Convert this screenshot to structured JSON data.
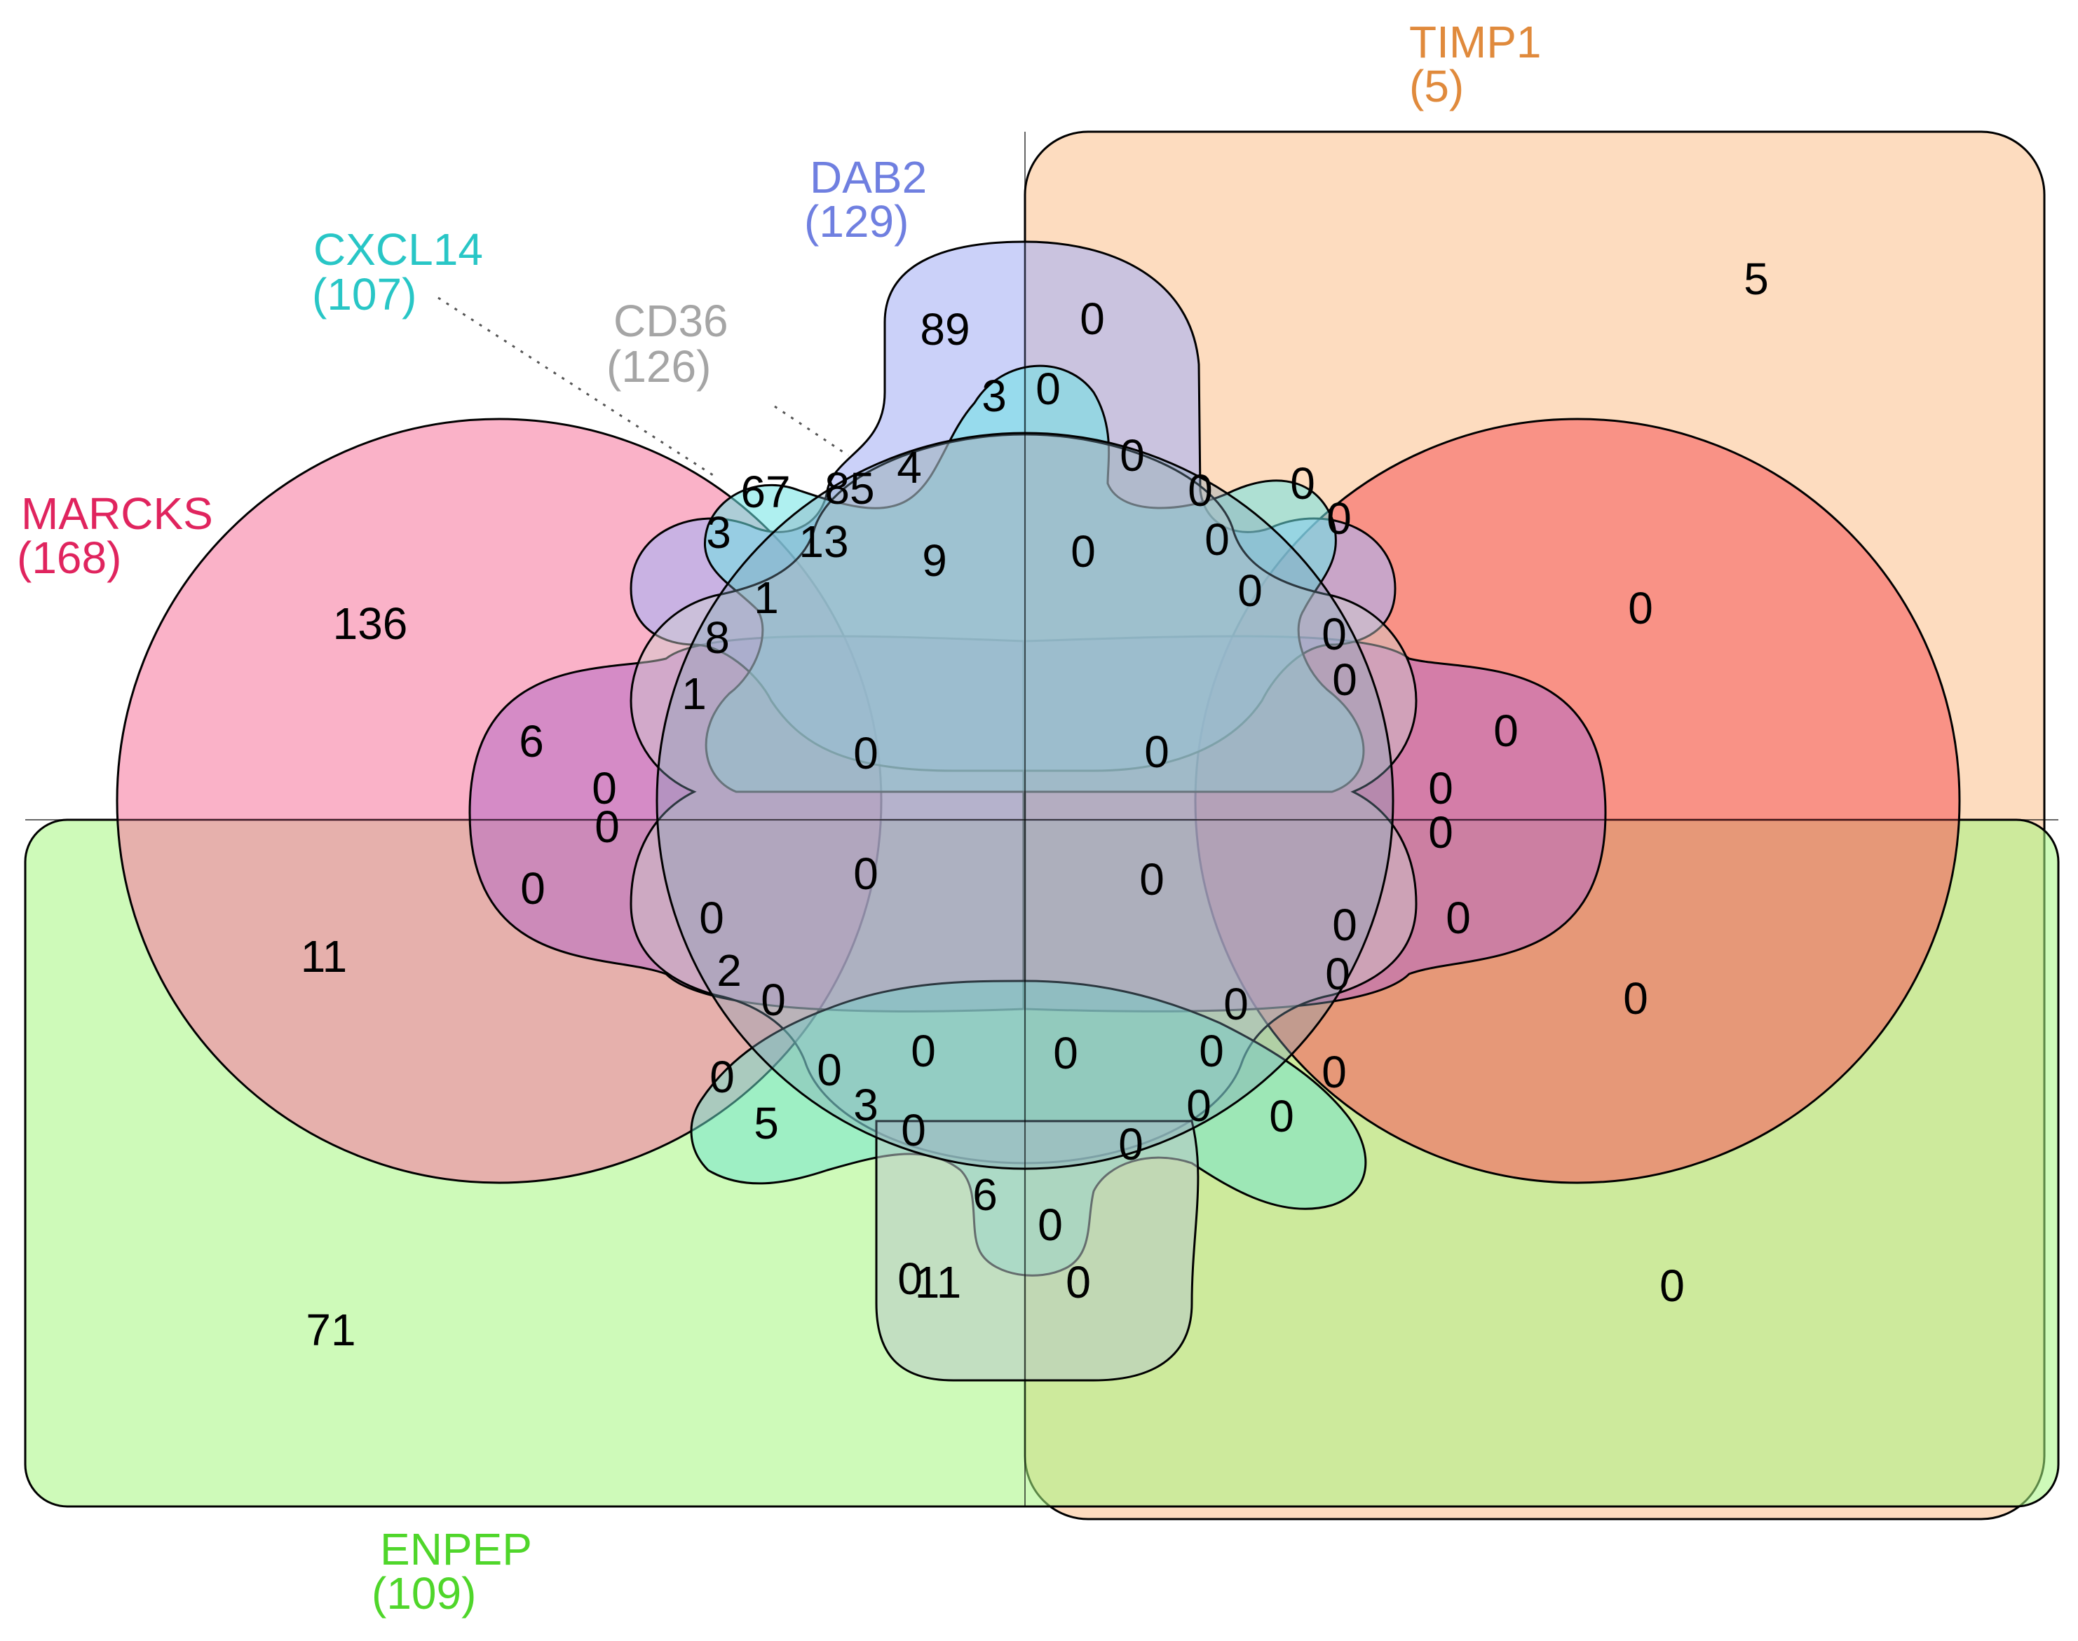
{
  "sets": {
    "timp1": {
      "name": "TIMP1",
      "size": "(5)",
      "color": "#e08a3c",
      "fill": "#fbc08a"
    },
    "dab2": {
      "name": "DAB2",
      "size": "(129)",
      "color": "#6f7fe0",
      "fill": "#a9b3f5"
    },
    "cxcl14": {
      "name": "CXCL14",
      "size": "(107)",
      "color": "#28c6c6",
      "fill": "#6ee3e3"
    },
    "cd36": {
      "name": "CD36",
      "size": "(126)",
      "color": "#a5a5a5",
      "fill": "#cfcfcf"
    },
    "marcks": {
      "name": "MARCKS",
      "size": "(168)",
      "color": "#e0245e",
      "fill": "#f77ea3"
    },
    "enpep": {
      "name": "ENPEP",
      "size": "(109)",
      "color": "#4fd62a",
      "fill": "#a6f57f"
    },
    "red": {
      "fill": "#f76060"
    },
    "purple": {
      "fill": "#b76cc4"
    }
  },
  "counts": [
    "5",
    "89",
    "0",
    "3",
    "0",
    "0",
    "0",
    "67",
    "85",
    "4",
    "0",
    "0",
    "0",
    "3",
    "13",
    "9",
    "0",
    "0",
    "1",
    "0",
    "136",
    "0",
    "8",
    "0",
    "0",
    "1",
    "6",
    "0",
    "0",
    "0",
    "0",
    "0",
    "0",
    "0",
    "0",
    "0",
    "0",
    "0",
    "0",
    "11",
    "0",
    "0",
    "0",
    "2",
    "0",
    "0",
    "0",
    "0",
    "0",
    "0",
    "0",
    "0",
    "0",
    "3",
    "0",
    "0",
    "5",
    "0",
    "0",
    "0",
    "0",
    "6",
    "0",
    "11",
    "0",
    "71",
    "0"
  ]
}
